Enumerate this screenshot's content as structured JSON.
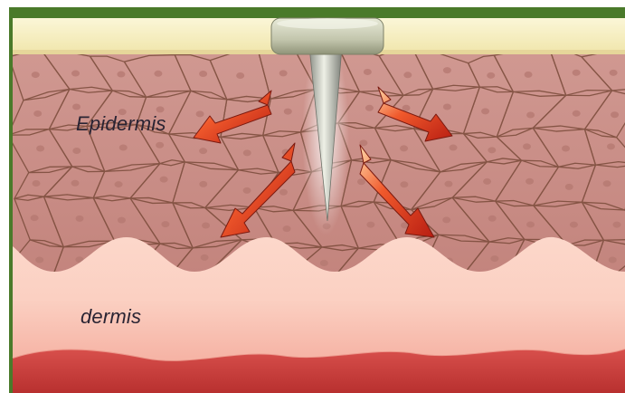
{
  "labels": {
    "epidermis": "Epidermis",
    "dermis": "dermis"
  },
  "colors": {
    "frame_green": "#4a7a2a",
    "stratum_corneum": "#f6efc0",
    "epidermis": "#c98f88",
    "cell_border": "#7a4b3a",
    "dermis_light": "#fde0d4",
    "dermis_mid": "#f4b0a2",
    "subcutis_red": "#d24a48",
    "arrow_red": "#e03a22",
    "tool_metal": "#c9cbb8"
  },
  "arrows": [
    {
      "name": "upper-left",
      "direction": "outward-left"
    },
    {
      "name": "upper-right",
      "direction": "outward-right"
    },
    {
      "name": "lower-left",
      "direction": "down-left"
    },
    {
      "name": "lower-right",
      "direction": "down-right"
    }
  ]
}
